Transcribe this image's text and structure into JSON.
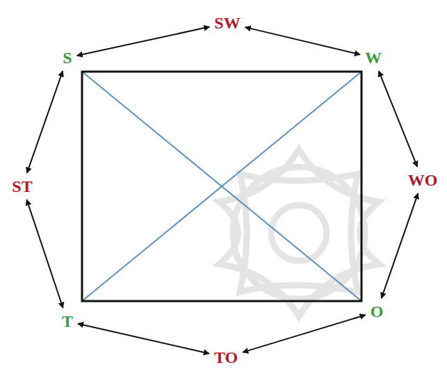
{
  "diagram": {
    "nodes": [
      {
        "text": [
          "SW"
        ]
      },
      {
        "text": [
          "S"
        ]
      },
      {
        "text": [
          "W"
        ]
      },
      {
        "text": [
          "ST"
        ]
      },
      {
        "text": [
          "WO"
        ]
      },
      {
        "text": [
          "T"
        ]
      },
      {
        "text": [
          "O"
        ]
      },
      {
        "text": [
          "TO"
        ]
      }
    ],
    "edges": [
      {
        "from": 1,
        "to": 0,
        "arrow": "both"
      },
      {
        "from": 0,
        "to": 2,
        "arrow": "both"
      },
      {
        "from": 2,
        "to": 4,
        "arrow": "both"
      },
      {
        "from": 4,
        "to": 6,
        "arrow": "both"
      },
      {
        "from": 6,
        "to": 7,
        "arrow": "both"
      },
      {
        "from": 7,
        "to": 5,
        "arrow": "both"
      },
      {
        "from": 5,
        "to": 3,
        "arrow": "both"
      },
      {
        "from": 3,
        "to": 1,
        "arrow": "both"
      }
    ]
  }
}
